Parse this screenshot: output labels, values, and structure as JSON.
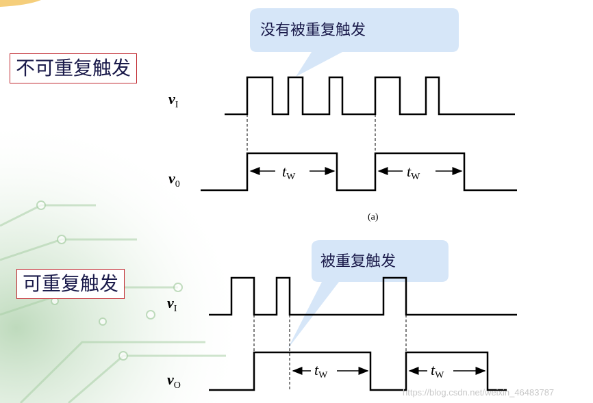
{
  "panel_a": {
    "title": "不可重复触发",
    "callout": "没有被重复触发",
    "input_label": {
      "main": "v",
      "sub": "I"
    },
    "output_label": {
      "main": "v",
      "sub": "0"
    },
    "pulse_width": {
      "main": "t",
      "sub": "W"
    },
    "caption": "(a)"
  },
  "panel_b": {
    "title": "可重复触发",
    "callout": "被重复触发",
    "input_label": {
      "main": "v",
      "sub": "I"
    },
    "output_label": {
      "main": "v",
      "sub": "O"
    },
    "pulse_width": {
      "main": "t",
      "sub": "W"
    }
  },
  "watermark": "https://blog.csdn.net/weixin_46483787",
  "colors": {
    "callout_fill": "#d6e6f8",
    "label_border": "#c0262d",
    "text": "#1a1a4a",
    "waveform": "#000000",
    "background_accent": "#cfe3d0"
  }
}
